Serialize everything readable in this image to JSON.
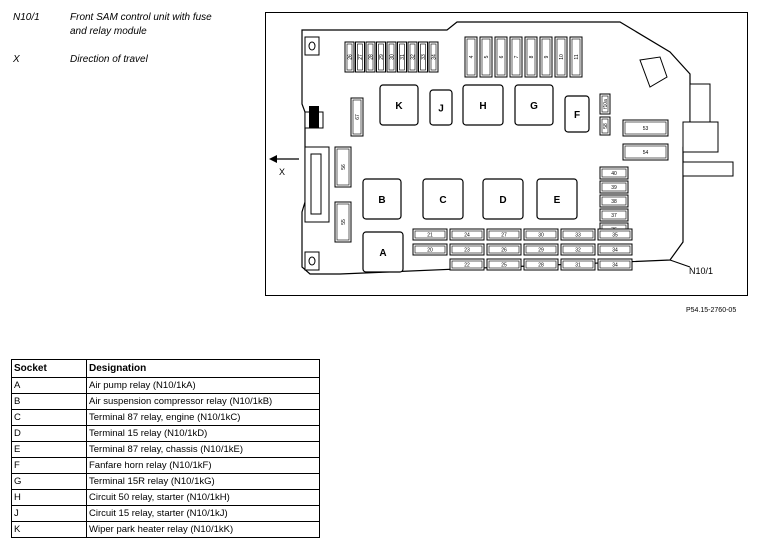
{
  "legend": [
    {
      "key": "N10/1",
      "value_line1": "Front SAM control unit with fuse",
      "value_line2": "and relay module"
    },
    {
      "key": "X",
      "value_line1": "Direction of travel",
      "value_line2": ""
    }
  ],
  "diagram": {
    "relays": [
      "K",
      "J",
      "H",
      "G",
      "F",
      "B",
      "C",
      "D",
      "E",
      "A"
    ],
    "top_fuses_left": [
      "26",
      "27",
      "28",
      "29",
      "30",
      "31",
      "32",
      "33",
      "34"
    ],
    "top_fuses_right": [
      "4",
      "5",
      "6",
      "7",
      "8",
      "9",
      "10",
      "11"
    ],
    "big_fuses": [
      "53",
      "54"
    ],
    "connector_labels": [
      "67",
      "56",
      "55"
    ],
    "small_labels": [
      "f10a",
      "58"
    ],
    "right_fuses": [
      "40",
      "39",
      "38",
      "37",
      "36"
    ],
    "bottom_fuse_row1": [
      "21",
      "24",
      "27",
      "30",
      "33",
      "35"
    ],
    "bottom_fuse_row2": [
      "20",
      "23",
      "26",
      "29",
      "32",
      "34"
    ],
    "bottom_fuse_row3": [
      "22",
      "25",
      "28",
      "31",
      "34"
    ],
    "x_label": "X",
    "component_label": "N10/1",
    "reference_code": "P54.15-2760-05"
  },
  "table": {
    "headers": [
      "Socket",
      "Designation"
    ],
    "rows": [
      [
        "A",
        "Air pump relay (N10/1kA)"
      ],
      [
        "B",
        "Air suspension compressor relay (N10/1kB)"
      ],
      [
        "C",
        "Terminal 87 relay, engine (N10/1kC)"
      ],
      [
        "D",
        "Terminal 15 relay (N10/1kD)"
      ],
      [
        "E",
        "Terminal 87 relay, chassis (N10/1kE)"
      ],
      [
        "F",
        "Fanfare horn relay (N10/1kF)"
      ],
      [
        "G",
        "Terminal 15R relay (N10/1kG)"
      ],
      [
        "H",
        "Circuit 50 relay, starter (N10/1kH)"
      ],
      [
        "J",
        "Circuit 15 relay, starter (N10/1kJ)"
      ],
      [
        "K",
        "Wiper park heater relay (N10/1kK)"
      ]
    ]
  }
}
